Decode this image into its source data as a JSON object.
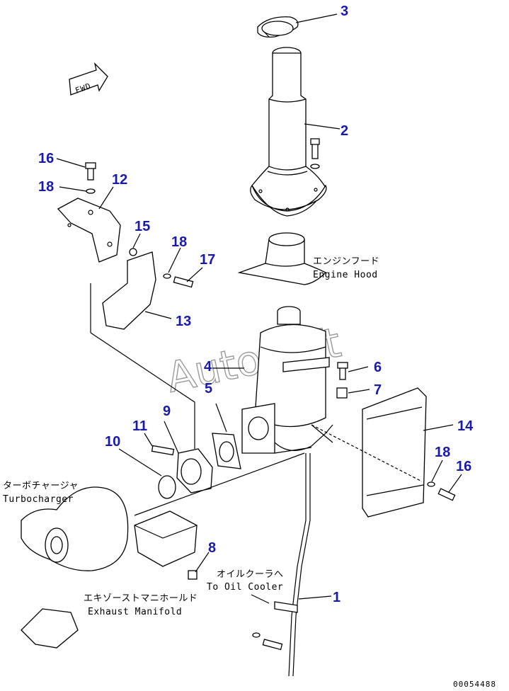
{
  "fwd_label": "FWD",
  "callouts": {
    "c1": "1",
    "c2": "2",
    "c3": "3",
    "c4": "4",
    "c5": "5",
    "c6": "6",
    "c7": "7",
    "c8": "8",
    "c9": "9",
    "c10": "10",
    "c11": "11",
    "c12": "12",
    "c13": "13",
    "c14": "14",
    "c15": "15",
    "c16a": "16",
    "c16b": "16",
    "c17": "17",
    "c18a": "18",
    "c18b": "18",
    "c18c": "18"
  },
  "annotations": {
    "engine_hood_jp": "エンジンフード",
    "engine_hood_en": "Engine Hood",
    "turbo_jp": "ターボチャージャ",
    "turbo_en": "Turbocharger",
    "oil_cooler_jp": "オイルクーラへ",
    "oil_cooler_en": "To Oil Cooler",
    "manifold_jp": "エキゾーストマニホールド",
    "manifold_en": "Exhaust Manifold"
  },
  "watermark": "AutoSoft",
  "drawing_number": "00054488",
  "colors": {
    "callout": "#1a1aa8",
    "line": "#000000",
    "watermark": "#9a9a9a"
  }
}
